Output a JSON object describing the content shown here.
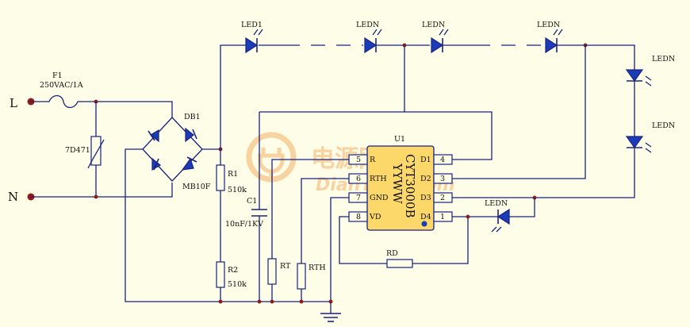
{
  "terminals": {
    "line": "L",
    "neutral": "N"
  },
  "fuse": {
    "ref": "F1",
    "rating": "250VAC/1A"
  },
  "varistor": {
    "ref": "7D471"
  },
  "bridge": {
    "ref": "DB1",
    "part": "MB10F"
  },
  "resistors": {
    "r1": {
      "ref": "R1",
      "value": "510k"
    },
    "r2": {
      "ref": "R2",
      "value": "510k"
    },
    "rt": {
      "ref": "RT"
    },
    "rth": {
      "ref": "RTH"
    },
    "rd": {
      "ref": "RD"
    }
  },
  "capacitor": {
    "ref": "C1",
    "value": "10nF/1KV"
  },
  "ic": {
    "ref": "U1",
    "marking_line1": "CYT3000B",
    "marking_line2": "YYWW",
    "pins": [
      {
        "num": "5",
        "name": "R"
      },
      {
        "num": "6",
        "name": "RTH"
      },
      {
        "num": "7",
        "name": "GND"
      },
      {
        "num": "8",
        "name": "VD"
      },
      {
        "num": "4",
        "name": "D1"
      },
      {
        "num": "3",
        "name": "D2"
      },
      {
        "num": "2",
        "name": "D3"
      },
      {
        "num": "1",
        "name": "D4"
      }
    ]
  },
  "leds": {
    "first": "LED1",
    "generic": "LEDN"
  },
  "watermark": {
    "cn": "电源网",
    "en": "DianYuan.com"
  },
  "colors": {
    "wire": "#1a237e",
    "led": "#1a3cb8",
    "node": "#8b1a1a",
    "ic_body": "#fcd86a",
    "background": "#fdfde8"
  }
}
